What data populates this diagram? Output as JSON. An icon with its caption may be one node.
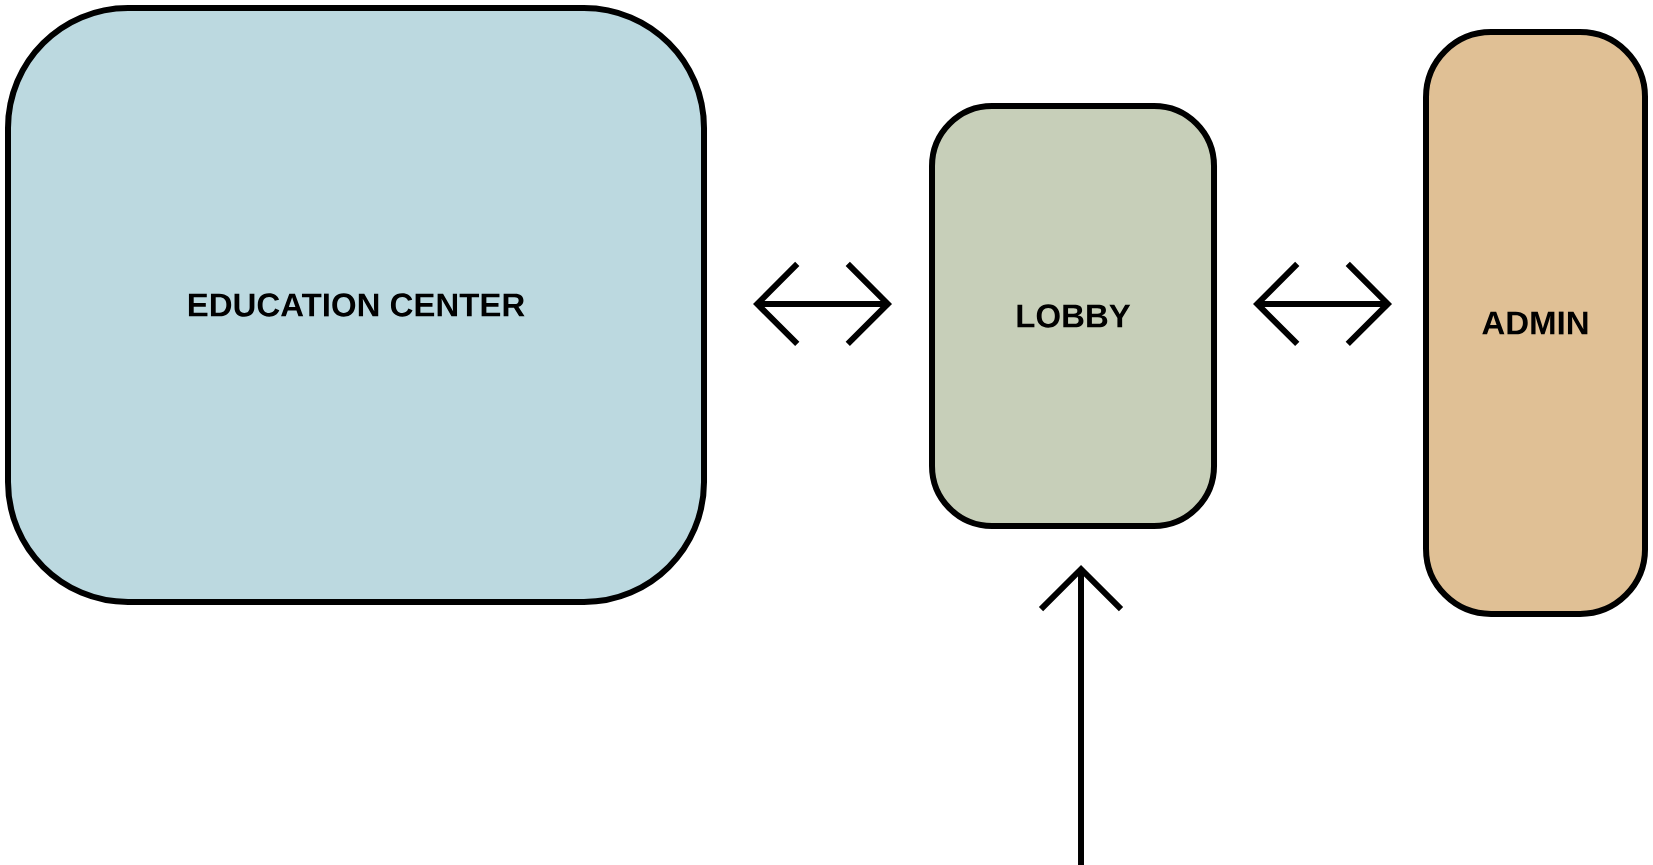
{
  "diagram": {
    "nodes": [
      {
        "text": [
          "EDUCATION CENTER"
        ]
      },
      {
        "text": [
          "LOBBY"
        ]
      },
      {
        "text": [
          "ADMIN"
        ]
      }
    ],
    "edges": [
      {
        "from": 0,
        "to": 1,
        "arrow": "both"
      },
      {
        "from": 1,
        "to": 2,
        "arrow": "both"
      },
      {
        "from": null,
        "to": 1,
        "arrow": "to"
      }
    ]
  }
}
